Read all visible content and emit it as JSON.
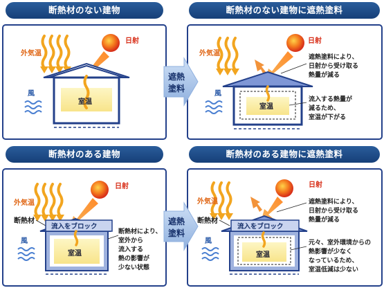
{
  "headers": {
    "tl": "断熱材のない建物",
    "tr": "断熱材のない建物に遮熱塗料",
    "bl": "断熱材のある建物",
    "br": "断熱材のある建物に遮熱塗料"
  },
  "labels": {
    "outside_temp": "外気温",
    "sunlight": "日射",
    "wind": "風",
    "room_temp": "室温",
    "insulation": "断熱材",
    "inflow_block": "流入をブロック"
  },
  "arrow_label": [
    "遮熱",
    "塗料"
  ],
  "notes": {
    "tr_top": [
      "遮熱塗料により、",
      "日射から受け取る",
      "熱量が減る"
    ],
    "tr_bottom": [
      "流入する熱量が",
      "減るため、",
      "室温が下がる"
    ],
    "bl_side": [
      "断熱材により、",
      "室外から",
      "流入する",
      "熱の影響が",
      "少ない状態"
    ],
    "br_top": [
      "遮熱塗料により、",
      "日射から受け取る",
      "熱量が減る"
    ],
    "br_bottom": [
      "元々、室外環境からの",
      "熱影響が少なく",
      "なっているため、",
      "室温低減は少ない"
    ]
  },
  "colors": {
    "header": "#1d4a87",
    "sun": "#e8401c",
    "heat": "#f0b020",
    "roof_coated": "#7f97d6",
    "room": "#fbf0a0"
  }
}
